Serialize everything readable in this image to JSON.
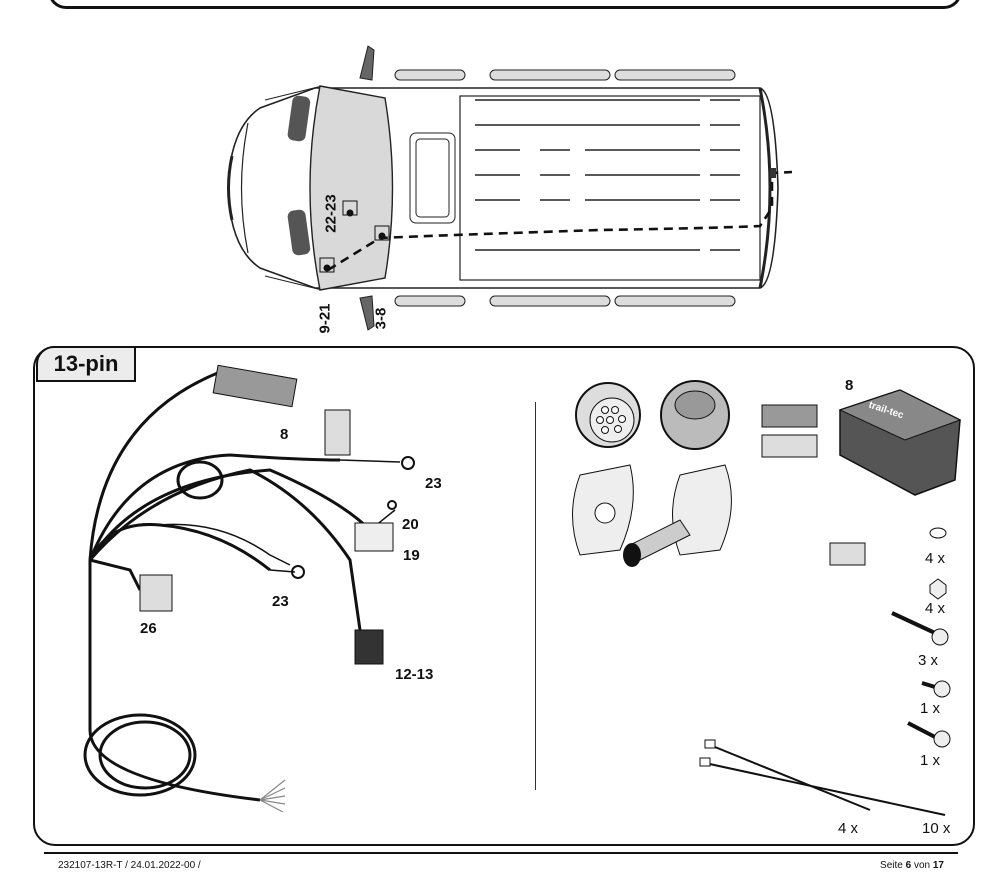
{
  "van_labels": {
    "tl": "22-23",
    "bl": "9-21",
    "bm": "3-8"
  },
  "panel": {
    "title": "13-pin"
  },
  "harness_labels": {
    "c8": "8",
    "c23a": "23",
    "c20": "20",
    "c19": "19",
    "c23b": "23",
    "c26": "26",
    "c1213": "12-13"
  },
  "parts": {
    "module_number": "8",
    "module_brand": "trail-tec",
    "qty_washer": "4 x",
    "qty_nut": "4 x",
    "qty_screw_long": "3 x",
    "qty_screw_short": "1 x",
    "qty_screw_tap": "1 x",
    "qty_tie_small": "4 x",
    "qty_tie_large": "10 x"
  },
  "footer": {
    "left": "232107-13R-T / 24.01.2022-00 /",
    "page_prefix": "Seite ",
    "page_num": "6",
    "page_mid": " von ",
    "page_total": "17"
  }
}
